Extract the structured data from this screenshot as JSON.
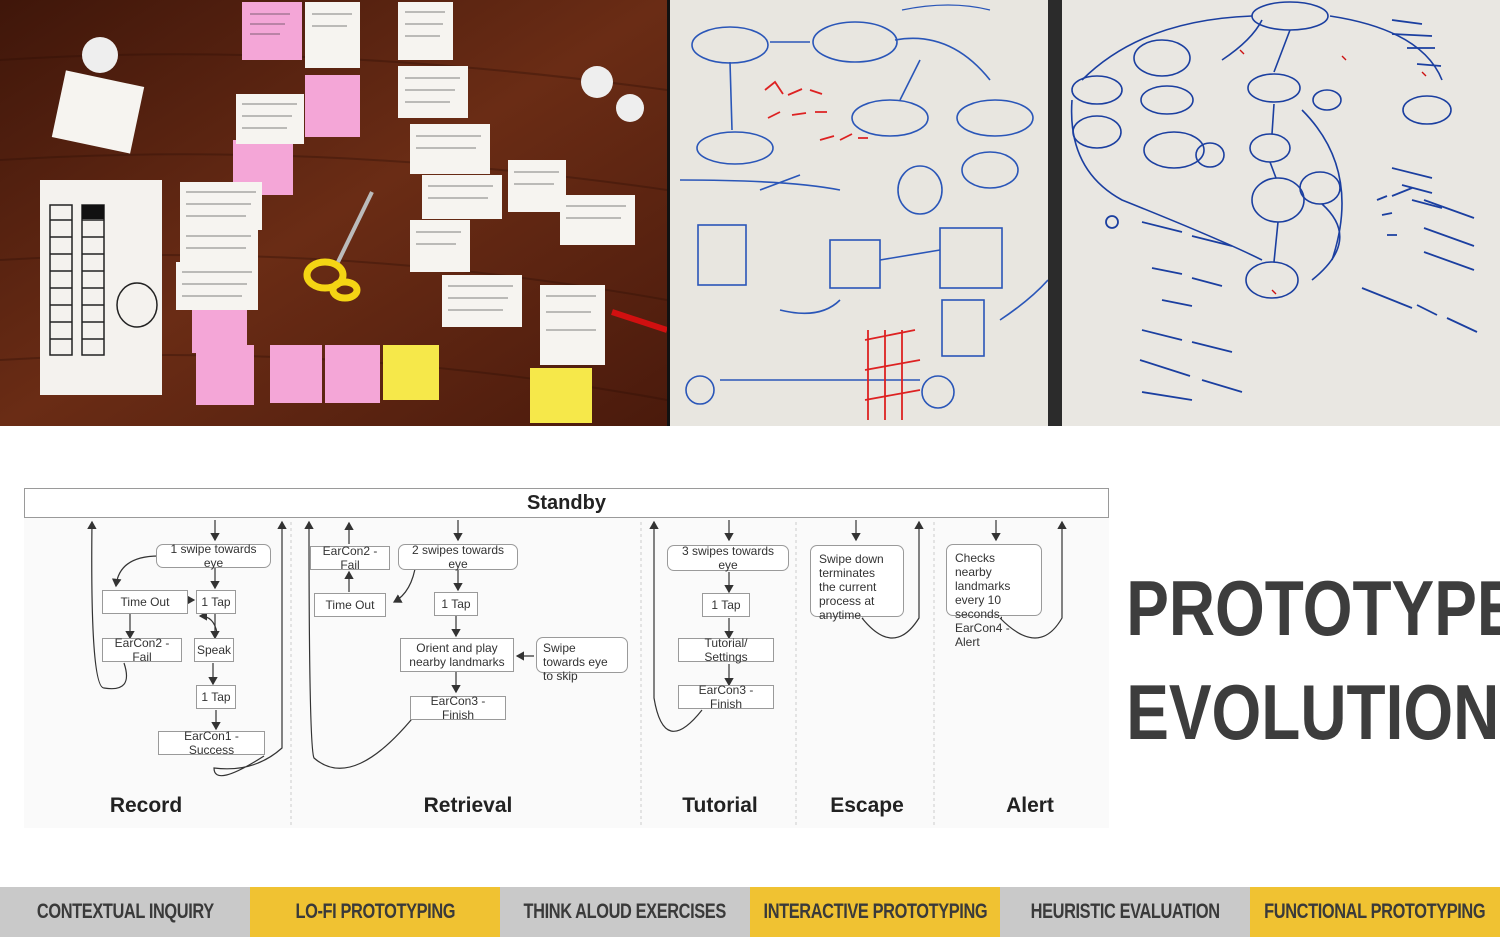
{
  "photos": {
    "wood_color": "#5a2412",
    "whiteboard_color": "#e8e6e0",
    "sticky_pink": "#f4a6d7",
    "sticky_yellow": "#f6e84a"
  },
  "diagram": {
    "standby": "Standby",
    "columns": [
      {
        "label": "Record"
      },
      {
        "label": "Retrieval"
      },
      {
        "label": "Tutorial"
      },
      {
        "label": "Escape"
      },
      {
        "label": "Alert"
      }
    ],
    "record": {
      "swipe": "1 swipe towards eye",
      "timeout": "Time Out",
      "tap1": "1 Tap",
      "fail": "EarCon2 - Fail",
      "speak": "Speak",
      "tap2": "1 Tap",
      "success": "EarCon1 - Success"
    },
    "retrieval": {
      "fail": "EarCon2 - Fail",
      "swipe": "2 swipes towards eye",
      "timeout": "Time Out",
      "tap": "1 Tap",
      "orient": "Orient and play nearby landmarks",
      "skip": "Swipe towards eye to skip",
      "finish": "EarCon3 - Finish"
    },
    "tutorial": {
      "swipe": "3 swipes towards eye",
      "tap": "1 Tap",
      "settings": "Tutorial/ Settings",
      "finish": "EarCon3 - Finish"
    },
    "escape": {
      "text": "Swipe down terminates the current process at anytime."
    },
    "alert": {
      "text": "Checks nearby landmarks every 10 seconds, EarCon4 - Alert"
    }
  },
  "title": {
    "line1": "PROTOTYPE",
    "line2": "EVOLUTION"
  },
  "nav": {
    "gray": "#c9c9c9",
    "yellow": "#f0c232",
    "items": [
      {
        "label": "CONTEXTUAL INQUIRY"
      },
      {
        "label": "LO-FI PROTOTYPING"
      },
      {
        "label": "THINK ALOUD EXERCISES"
      },
      {
        "label": "INTERACTIVE PROTOTYPING"
      },
      {
        "label": "HEURISTIC EVALUATION"
      },
      {
        "label": "FUNCTIONAL PROTOTYPING"
      }
    ]
  }
}
